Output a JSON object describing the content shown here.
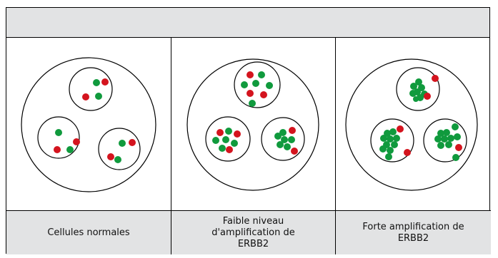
{
  "header": {
    "title": ""
  },
  "panels": [
    {
      "caption": "Cellules normales"
    },
    {
      "caption": "Faible niveau\nd'amplification de\nERBB2"
    },
    {
      "caption": "Forte amplification de\nERBB2"
    }
  ],
  "colors": {
    "green": "#109a3d",
    "red": "#d4141e",
    "outline": "#000000",
    "band": "#e2e3e4"
  }
}
